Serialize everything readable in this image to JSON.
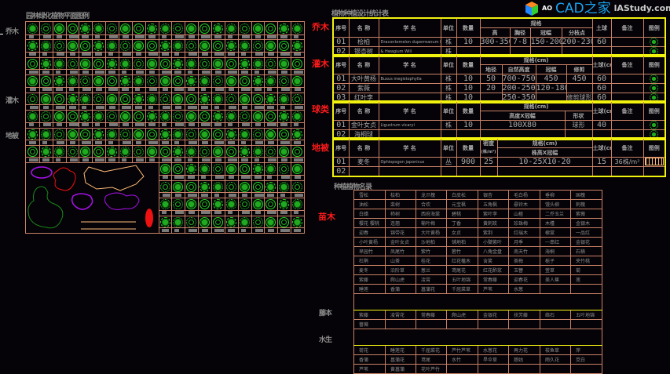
{
  "legend": {
    "title": "园林绿化植物平面图例",
    "side_labels": [
      "乔木",
      "灌木",
      "地被"
    ]
  },
  "red_labels": [
    "乔木",
    "灌木",
    "球类",
    "地被",
    "苗木"
  ],
  "schedule_title": "植物种植设计统计表",
  "tree_table": {
    "headers": {
      "no": "序号",
      "name": "名 称",
      "sci": "学 名",
      "unit": "单位",
      "qty": "数量",
      "spec": "规格",
      "h": "高",
      "dbh": "胸径",
      "crown": "冠幅",
      "branch": "分枝点",
      "ball": "土球",
      "note": "备注",
      "legend": "图例"
    },
    "rows": [
      {
        "no": "01",
        "name": "桧柏",
        "sci": "Dracontomelon duperreanum Pierre",
        "unit": "株",
        "qty": "10",
        "h": "300-350",
        "dbh": "7-8",
        "crown": "150-200",
        "branch": "200-230",
        "ball": "60"
      },
      {
        "no": "02",
        "name": "银杏树",
        "sci": "& Hwagium Will",
        "unit": "株",
        "qty": "",
        "h": "",
        "dbh": "",
        "crown": "",
        "branch": "",
        "ball": ""
      }
    ]
  },
  "shrub_table": {
    "headers": {
      "spec": "规格(cm)",
      "d": "地径",
      "h": "自然高度",
      "crown": "冠幅",
      "trim": "修剪",
      "ball": "土球(cm)",
      "note": "备注",
      "legend": "图例"
    },
    "rows": [
      {
        "no": "01",
        "name": "大叶黄杨",
        "sci": "Buxus megistophylla",
        "unit": "株",
        "qty": "10",
        "d": "50",
        "h": "700-750",
        "crown": "450",
        "trim": "450",
        "ball": "60"
      },
      {
        "no": "02",
        "name": "紫薇",
        "sci": "",
        "unit": "株",
        "qty": "10",
        "d": "20",
        "h": "200-250",
        "crown": "120-180",
        "trim": "",
        "ball": "60"
      },
      {
        "no": "03",
        "name": "红叶李",
        "sci": "",
        "unit": "株",
        "qty": "10",
        "d": "",
        "h": "250-350",
        "crown": "",
        "trim": "修剪球形",
        "ball": "60"
      }
    ]
  },
  "ball_table": {
    "headers": {
      "spec": "规格(cm)",
      "size": "高度X冠幅",
      "shape": "形状",
      "ball": "土球(cm)"
    },
    "rows": [
      {
        "no": "01",
        "name": "金叶女贞",
        "sci": "Ligustrum vicaryi",
        "unit": "株",
        "qty": "10",
        "size": "100X80",
        "shape": "球形",
        "ball": "40"
      },
      {
        "no": "02",
        "name": "海桐球",
        "sci": "",
        "unit": "",
        "qty": "",
        "size": "",
        "shape": "",
        "ball": ""
      }
    ]
  },
  "ground_table": {
    "headers": {
      "density": "密度",
      "density_unit": "(株/m²)",
      "spec": "规格(cm)",
      "size": "株高X冠幅",
      "ball": "土球(cm)"
    },
    "rows": [
      {
        "no": "01",
        "name": "麦冬",
        "sci": "Ophiopogon japonicus",
        "unit": "丛",
        "qty": "900",
        "density": "25",
        "size": "10-25X10-20",
        "ball": "15",
        "note": "36株/m²"
      },
      {
        "no": "02",
        "name": "",
        "sci": "",
        "unit": "",
        "qty": "",
        "density": "",
        "size": "",
        "ball": "",
        "note": ""
      }
    ]
  },
  "plant_list": {
    "title": "种植植物名录",
    "side_labels": [
      "藤本",
      "水生"
    ],
    "groups": [
      [
        [
          "雪松",
          "桧柏",
          "龙爪槐",
          "白皮松",
          "银杏",
          "毛白杨",
          "垂柳",
          "国槐"
        ],
        [
          "油松",
          "栾树",
          "合欢",
          "元宝枫",
          "五角枫",
          "悬铃木",
          "馒头柳",
          "刺槐"
        ],
        [
          "白蜡",
          "柿树",
          "西府海棠",
          "碧桃",
          "紫叶李",
          "山楂",
          "二乔玉兰",
          "紫薇"
        ],
        [
          "樱花 樱桃",
          "连翘",
          "榆叶梅",
          "丁香",
          "黄刺玫",
          "珍珠梅",
          "木槿",
          "金银木"
        ],
        [
          "迎春",
          "锦带花",
          "大叶黄杨",
          "女贞",
          "紫荆",
          "红瑞木",
          "棣棠",
          "一品红"
        ],
        [
          "小叶黄杨",
          "金叶女贞",
          "沙地柏",
          "铺地柏",
          "小檗紫叶",
          "月季",
          "一串红",
          "金银花"
        ],
        [
          "早园竹",
          "凤尾竹",
          "紫竹",
          "箬竹",
          "八角金盘",
          "南天竹",
          "海桐",
          "石楠"
        ],
        [
          "杜鹃",
          "山茶",
          "桂花",
          "红花檵木",
          "含笑",
          "茶梅",
          "栀子",
          "夹竹桃"
        ],
        [
          "麦冬",
          "沿阶草",
          "葱兰",
          "鸢尾花",
          "红花酢浆",
          "玉簪",
          "萱草",
          "菊"
        ],
        [
          "紫藤",
          "爬山虎",
          "凌霄",
          "五叶地锦",
          "常春藤",
          "迎春花",
          "美人蕉",
          "莲"
        ],
        [
          "睡莲",
          "香蒲",
          "菖蒲花",
          "千屈菜草",
          "芦苇",
          "水葱",
          "",
          ""
        ]
      ],
      [
        [
          "紫藤",
          "凌霄花",
          "常春藤",
          "爬山虎",
          "金银花",
          "扶芳藤",
          "络石",
          "五叶地锦"
        ],
        [
          "蔷薇",
          "",
          "",
          "",
          "",
          "",
          "",
          ""
        ]
      ],
      [
        [
          "荷花",
          "睡莲花",
          "千屈菜花",
          "芦竹芦苇",
          "水葱花",
          "再力花",
          "梭鱼草",
          "萍"
        ],
        [
          "香蒲",
          "菖蒲花",
          "鸢尾",
          "水竹",
          "旱伞草",
          "慈姑",
          "雨久花",
          "茭白"
        ],
        [
          "芦苇",
          "黄菖蒲",
          "花叶芦竹",
          "",
          "",
          "",
          "",
          ""
        ]
      ]
    ]
  },
  "watermark": {
    "brand": "CAD之家",
    "site": "lAStudy.com",
    "cube": "AO"
  },
  "colors": {
    "background": "#050307",
    "grid": "#c98266",
    "table_border": "#f2f20f",
    "plant": "#22dd22",
    "red_label": "#ff1a1a"
  }
}
